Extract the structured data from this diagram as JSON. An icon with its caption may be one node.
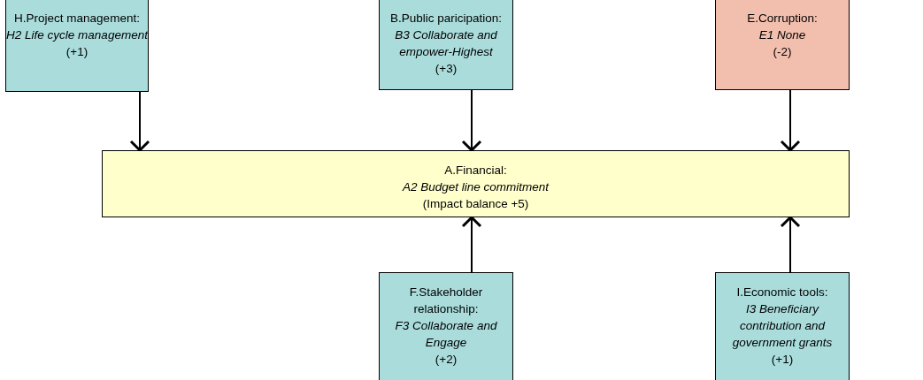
{
  "diagram": {
    "nodes": [
      {
        "text": [
          "H.Project management:",
          "H2 Life cycle management",
          "(+1)"
        ]
      },
      {
        "text": [
          "B.Public paricipation:",
          "B3 Collaborate and empower-Highest",
          "(+3)"
        ]
      },
      {
        "text": [
          "E.Corruption:",
          "E1 None",
          "(-2)"
        ]
      },
      {
        "text": [
          "A.Financial:",
          "A2 Budget line commitment",
          "(Impact balance +5)"
        ]
      },
      {
        "text": [
          "F.Stakeholder relationship:",
          "F3 Collaborate and Engage",
          "(+2)"
        ]
      },
      {
        "text": [
          "I.Economic tools:",
          "I3 Beneficiary contribution and government grants",
          "(+1)"
        ]
      }
    ],
    "edges": [
      {
        "from": 0,
        "to": 3,
        "arrow": "to"
      },
      {
        "from": 1,
        "to": 3,
        "arrow": "to"
      },
      {
        "from": 2,
        "to": 3,
        "arrow": "to"
      },
      {
        "from": 4,
        "to": 3,
        "arrow": "to"
      },
      {
        "from": 5,
        "to": 3,
        "arrow": "to"
      }
    ]
  }
}
